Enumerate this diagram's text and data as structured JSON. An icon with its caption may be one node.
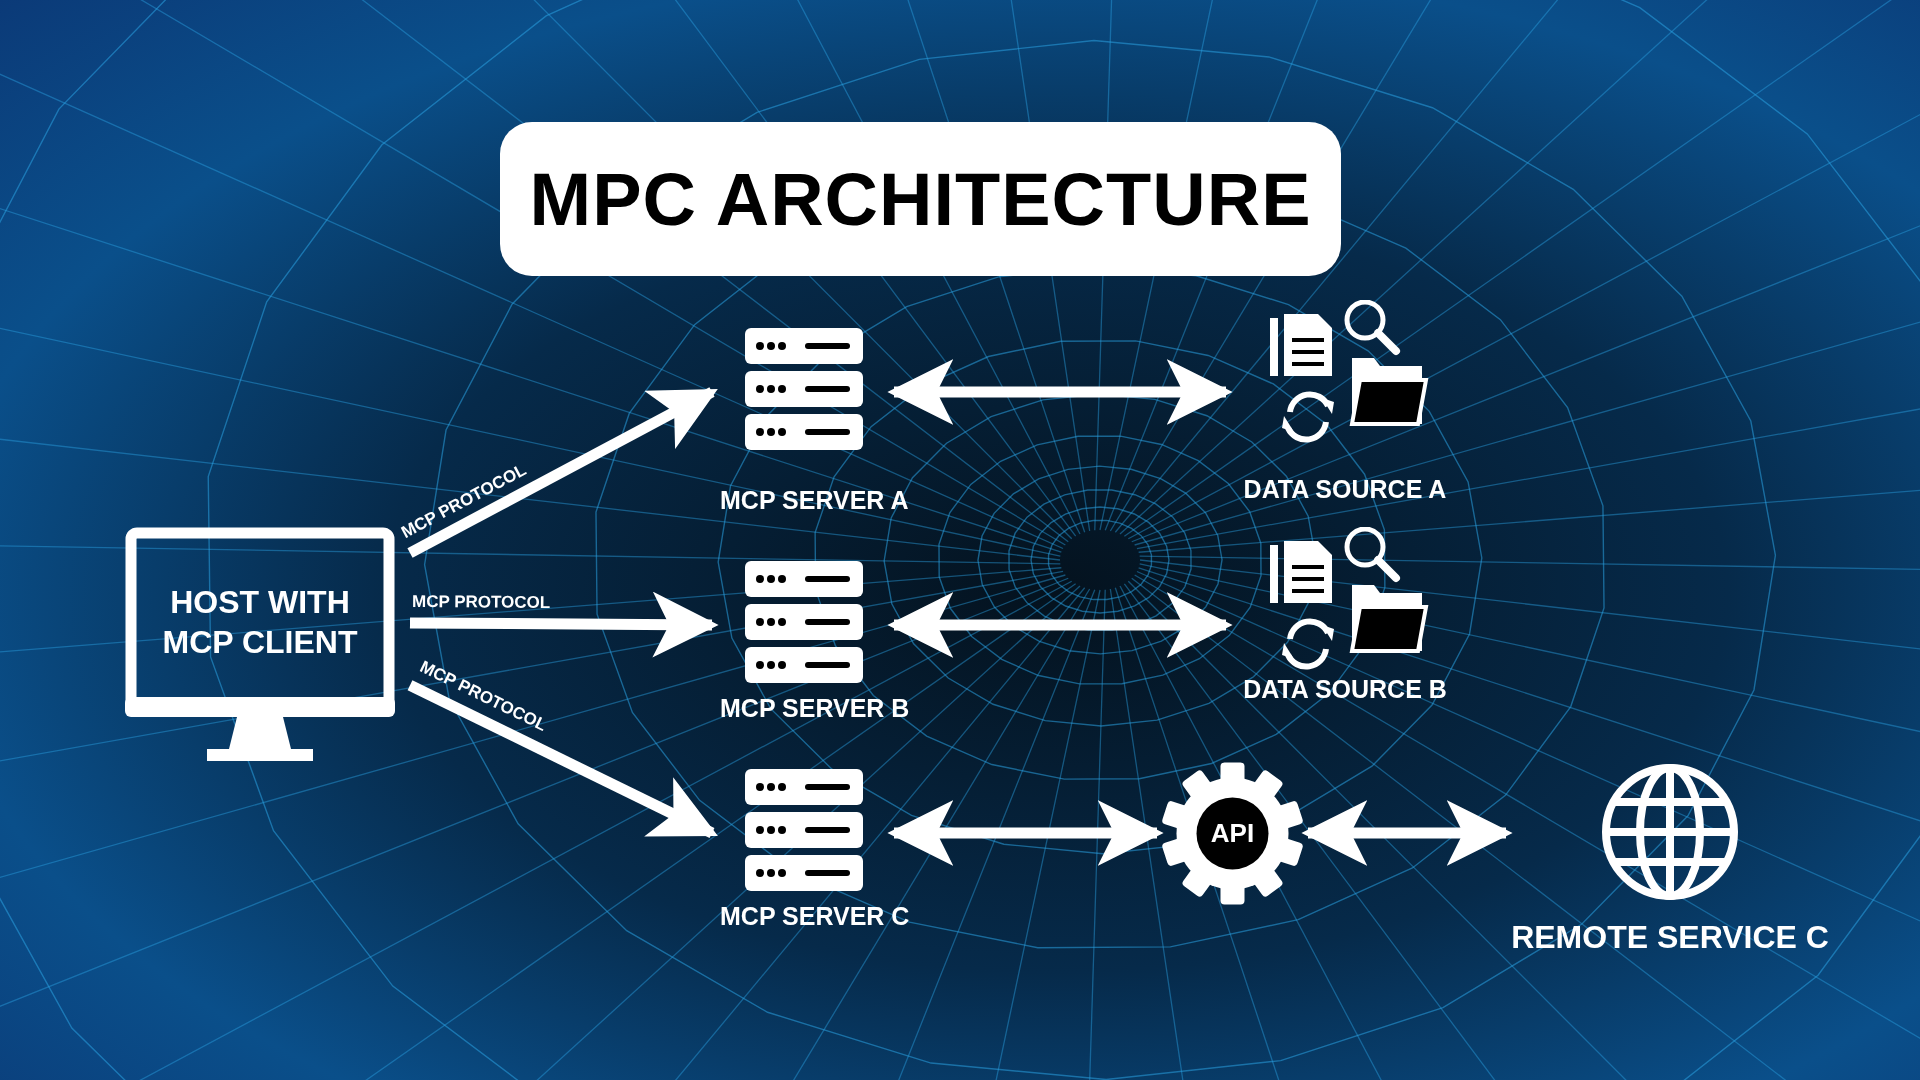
{
  "diagram": {
    "title": "MPC ARCHITECTURE",
    "nodes": [
      {
        "text": [
          "HOST WITH MCP CLIENT"
        ]
      },
      {
        "text": [
          "MCP SERVER A"
        ]
      },
      {
        "text": [
          "MCP SERVER B"
        ]
      },
      {
        "text": [
          "MCP SERVER C"
        ]
      },
      {
        "text": [
          "DATA SOURCE A"
        ]
      },
      {
        "text": [
          "DATA SOURCE B"
        ]
      },
      {
        "text": [
          "API"
        ]
      },
      {
        "text": [
          "REMOTE SERVICE C"
        ]
      }
    ],
    "edges": [
      {
        "from": 0,
        "to": 1,
        "arrow": "to",
        "label": "MCP PROTOCOL"
      },
      {
        "from": 0,
        "to": 2,
        "arrow": "to",
        "label": "MCP PROTOCOL"
      },
      {
        "from": 0,
        "to": 3,
        "arrow": "to",
        "label": "MCP PROTOCOL"
      },
      {
        "from": 1,
        "to": 4,
        "arrow": "both"
      },
      {
        "from": 2,
        "to": 5,
        "arrow": "both"
      },
      {
        "from": 3,
        "to": 6,
        "arrow": "both"
      },
      {
        "from": 6,
        "to": 7,
        "arrow": "both"
      }
    ]
  }
}
